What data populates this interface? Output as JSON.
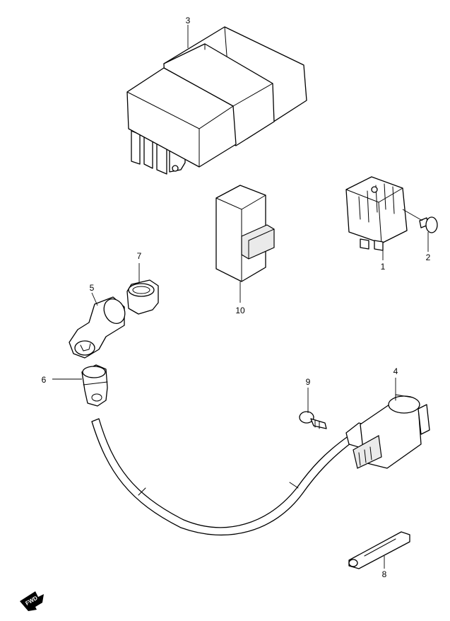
{
  "callouts": [
    {
      "id": "1",
      "label": "1"
    },
    {
      "id": "2",
      "label": "2"
    },
    {
      "id": "3",
      "label": "3"
    },
    {
      "id": "4",
      "label": "4"
    },
    {
      "id": "5",
      "label": "5"
    },
    {
      "id": "6",
      "label": "6"
    },
    {
      "id": "7",
      "label": "7"
    },
    {
      "id": "8",
      "label": "8"
    },
    {
      "id": "9",
      "label": "9"
    },
    {
      "id": "10",
      "label": "10"
    }
  ],
  "direction_arrow": {
    "label": "FWD",
    "icon": "forward-arrow-icon"
  }
}
